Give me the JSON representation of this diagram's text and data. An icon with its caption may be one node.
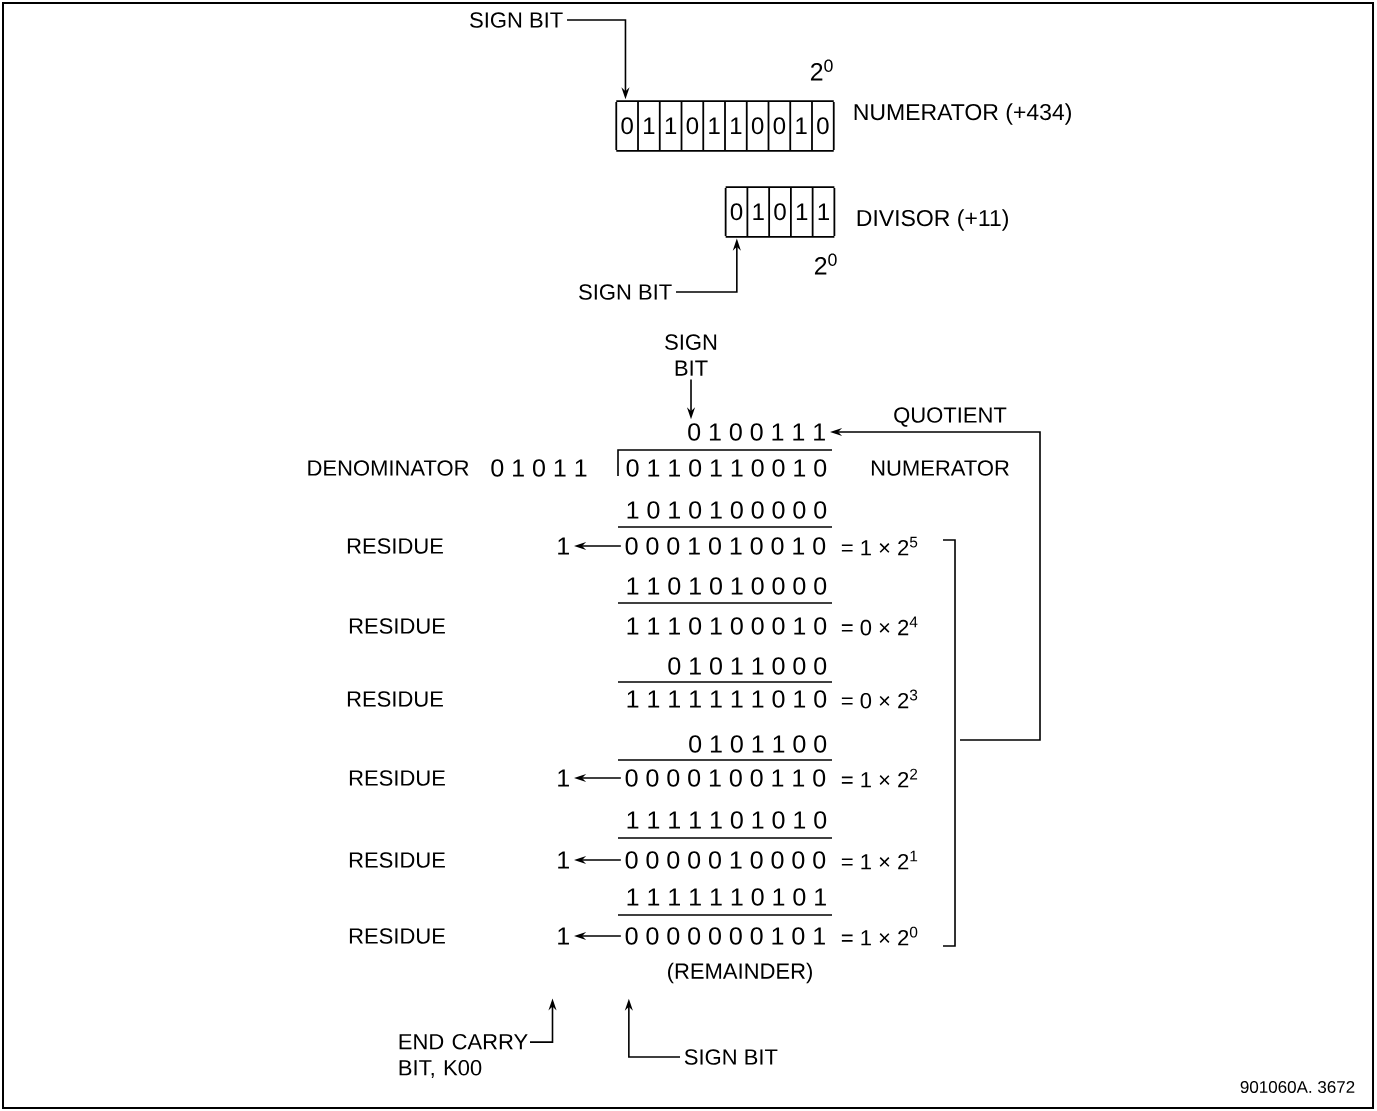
{
  "diagram": {
    "nodes": [
      {
        "text": [
          "SIGN BIT"
        ]
      },
      {
        "text": [
          "0",
          "1",
          "1",
          "0",
          "1",
          "1",
          "0",
          "0",
          "1",
          "0"
        ],
        "beside": [
          "NUMERATOR (+434)"
        ]
      },
      {
        "text": [
          "0",
          "1",
          "0",
          "1",
          "1"
        ],
        "beside": [
          "DIVISOR (+11)"
        ]
      },
      {
        "text": [
          "SIGN BIT"
        ]
      },
      {
        "text": [
          "SIGN BIT"
        ]
      },
      {
        "text": [
          "0 1 0 0 1 1 1"
        ]
      },
      {
        "text": [],
        "shape": "bracket"
      },
      {
        "text": [
          "1"
        ]
      },
      {
        "text": [
          "0 0 0 1 0 1 0 0 1 0"
        ]
      },
      {
        "text": [
          "1"
        ]
      },
      {
        "text": [
          "0 0 0 0 1 0 0 1 1 0"
        ]
      },
      {
        "text": [
          "1"
        ]
      },
      {
        "text": [
          "0 0 0 0 0 1 0 0 0 0"
        ]
      },
      {
        "text": [
          "1"
        ]
      },
      {
        "text": [
          "0 0 0 0 0 0 0 1 0 1"
        ]
      },
      {
        "text": [
          "END CARRY BIT, K00"
        ]
      },
      {
        "text": [
          "SIGN BIT"
        ]
      }
    ],
    "edges": [
      {
        "from": 0,
        "to": 1,
        "arrow": "to"
      },
      {
        "from": 3,
        "to": 2,
        "arrow": "to"
      },
      {
        "from": 4,
        "to": 5,
        "arrow": "to"
      },
      {
        "from": 6,
        "to": 5,
        "arrow": "to",
        "label": "QUOTIENT"
      },
      {
        "from": 8,
        "to": 7,
        "arrow": "to"
      },
      {
        "from": 10,
        "to": 9,
        "arrow": "to"
      },
      {
        "from": 12,
        "to": 11,
        "arrow": "to"
      },
      {
        "from": 14,
        "to": 13,
        "arrow": "to"
      },
      {
        "from": 15,
        "to": null,
        "arrow": "to"
      },
      {
        "from": 16,
        "to": null,
        "arrow": "to"
      }
    ],
    "labels": [
      "2$^{0}$",
      "2$^{0}$",
      "DENOMINATOR",
      "0 1 0 1 1",
      "0 1 1 0 1 1 0 0 1 0",
      "NUMERATOR",
      "1 0 1 0 1 0 0 0 0 0",
      "RESIDUE",
      "= 1 × 2$^{5}$",
      "1 1 0 1 0 1 0 0 0 0",
      "RESIDUE",
      "1 1 1 0 1 0 0 0 1 0",
      "= 0 × 2$^{4}$",
      "0 1 0 1 1 0 0 0",
      "RESIDUE",
      "1 1 1 1 1 1 1 0 1 0",
      "= 0 × 2$^{3}$",
      "0 1 0 1 1 0 0",
      "RESIDUE",
      "= 1 × 2$^{2}$",
      "1 1 1 1 1 0 1 0 1 0",
      "RESIDUE",
      "= 1 × 2$^{1}$",
      "1 1 1 1 1 1 0 1 0 1",
      "RESIDUE",
      "= 1 × 2$^{0}$",
      "(REMAINDER)",
      "901060A. 3672"
    ]
  }
}
